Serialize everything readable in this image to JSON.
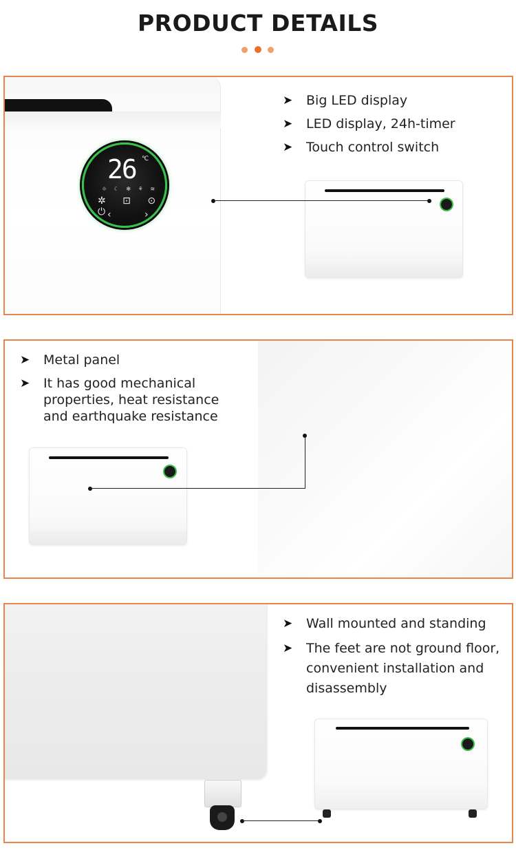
{
  "header": {
    "title": "PRODUCT DETAILS",
    "accent_color": "#e8712b",
    "dot_color": "#f0a06a"
  },
  "panel1": {
    "bullets": [
      {
        "arrow": "➤",
        "text": "Big LED display"
      },
      {
        "arrow": "➤",
        "text": "LED display, 24h-timer"
      },
      {
        "arrow": "➤",
        "text": "Touch control switch"
      }
    ],
    "display": {
      "temperature": "26",
      "unit": "℃",
      "icons_row": "☼ ☾ ✻ ⚘ ≋",
      "controls_row": "✲ ⊡ ⊙ ⏻",
      "nav_row": "‹ ›"
    }
  },
  "panel2": {
    "bullets": [
      {
        "arrow": "➤",
        "text": "Metal panel"
      },
      {
        "arrow": "➤",
        "text": "It has good mechanical properties, heat resistance and earthquake resistance"
      }
    ]
  },
  "panel3": {
    "bullets": [
      {
        "arrow": "➤",
        "text": "Wall mounted and standing"
      },
      {
        "arrow": "➤",
        "text": "The feet are not ground floor, convenient installation and disassembly"
      }
    ]
  },
  "colors": {
    "panel_border": "#e9844a",
    "led_ring": "#39c24a"
  }
}
